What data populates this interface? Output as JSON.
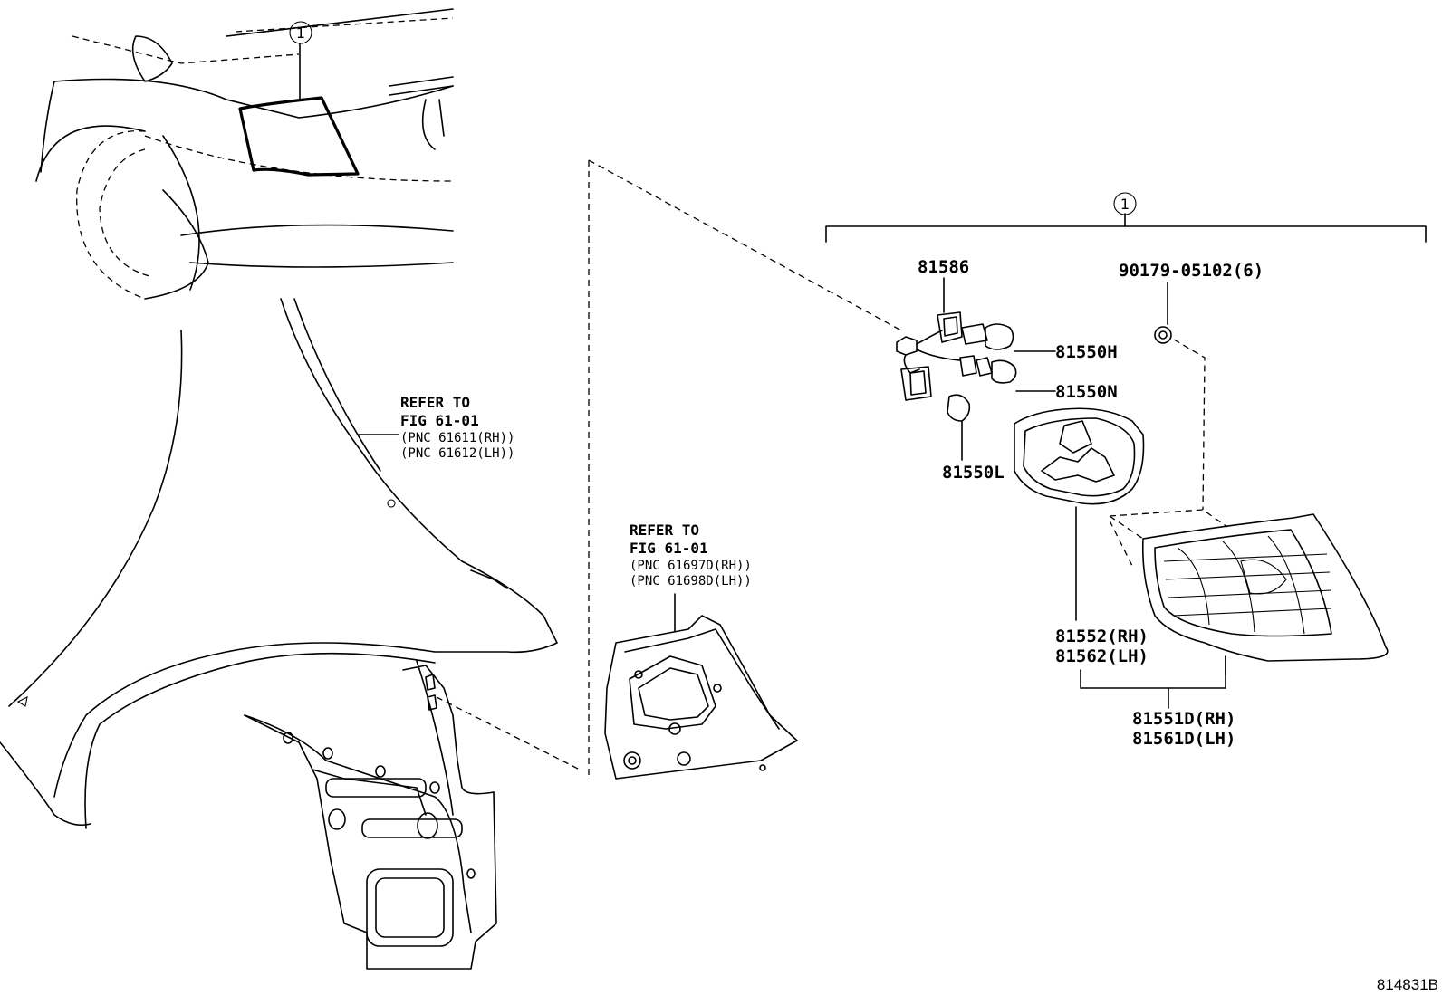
{
  "callout_ref": "1",
  "assembly_bracket_ref": "1",
  "parts": {
    "p81586": "81586",
    "p90179": "90179-05102(6)",
    "p81550h": "81550H",
    "p81550n": "81550N",
    "p81550l": "81550L",
    "p81552": "81552(RH)",
    "p81562": "81562(LH)",
    "p81551d": "81551D(RH)",
    "p81561d": "81561D(LH)"
  },
  "refer_fender": {
    "line1": "REFER TO",
    "line2": "FIG 61-01",
    "line3": "(PNC 61611(RH))",
    "line4": "(PNC 61612(LH))"
  },
  "refer_panel": {
    "line1": "REFER TO",
    "line2": "FIG 61-01",
    "line3": "(PNC 61697D(RH))",
    "line4": "(PNC 61698D(LH))"
  },
  "diagram_code": "814831B"
}
